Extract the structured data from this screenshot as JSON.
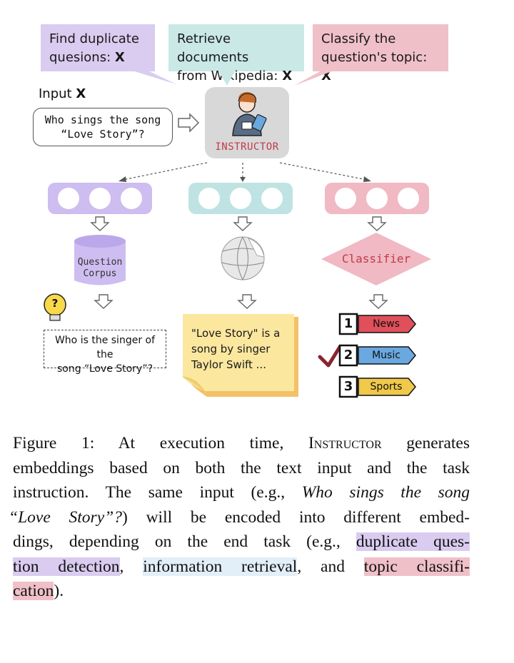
{
  "bubbles": {
    "duplicate": {
      "line1": "Find duplicate",
      "line2": "quesions: ",
      "x": "X"
    },
    "retrieve": {
      "line1": "Retrieve documents",
      "line2": "from Wikipedia: ",
      "x": "X"
    },
    "classify": {
      "line1": "Classify the",
      "line2": "question's topic: ",
      "x": "X"
    }
  },
  "input": {
    "label": "Input ",
    "x": "X",
    "line1": "Who sings the song",
    "line2": "“Love Story”?"
  },
  "instructor_label": "INSTRUCTOR",
  "corpus_label": {
    "line1": "Question",
    "line2": "Corpus"
  },
  "classifier_label": "Classifier",
  "question_icon": "?",
  "duplicate_result": {
    "line1": "Who is the singer of the",
    "line2": "song “Love Story”?"
  },
  "retrieval_result": {
    "line1": "\"Love Story\" is a",
    "line2": "song by singer",
    "line3": "Taylor Swift ..."
  },
  "ranks": [
    {
      "num": "1",
      "label": "News",
      "color": "#e0505a"
    },
    {
      "num": "2",
      "label": "Music",
      "color": "#6aa8e0"
    },
    {
      "num": "3",
      "label": "Sports",
      "color": "#f0c84a"
    }
  ],
  "caption": {
    "l1a": "Figure 1:  At execution time, ",
    "l1b": "Instructor",
    "l1c": " generates",
    "l2": "embeddings based on both the text input and the task",
    "l3a": "instruction.  The same input (e.g., ",
    "l3b": "Who sings the song",
    "l4a": "“Love Story”?",
    "l4b": ")  will be encoded into different embed-",
    "l5a": "dings, depending on the end task (e.g., ",
    "l5b": "duplicate ques-",
    "l6a": "tion detection",
    "l6b": ", ",
    "l6c": "information retrieval",
    "l6d": ", and ",
    "l6e": "topic classifi-",
    "l7a": "cation",
    "l7b": ")."
  }
}
